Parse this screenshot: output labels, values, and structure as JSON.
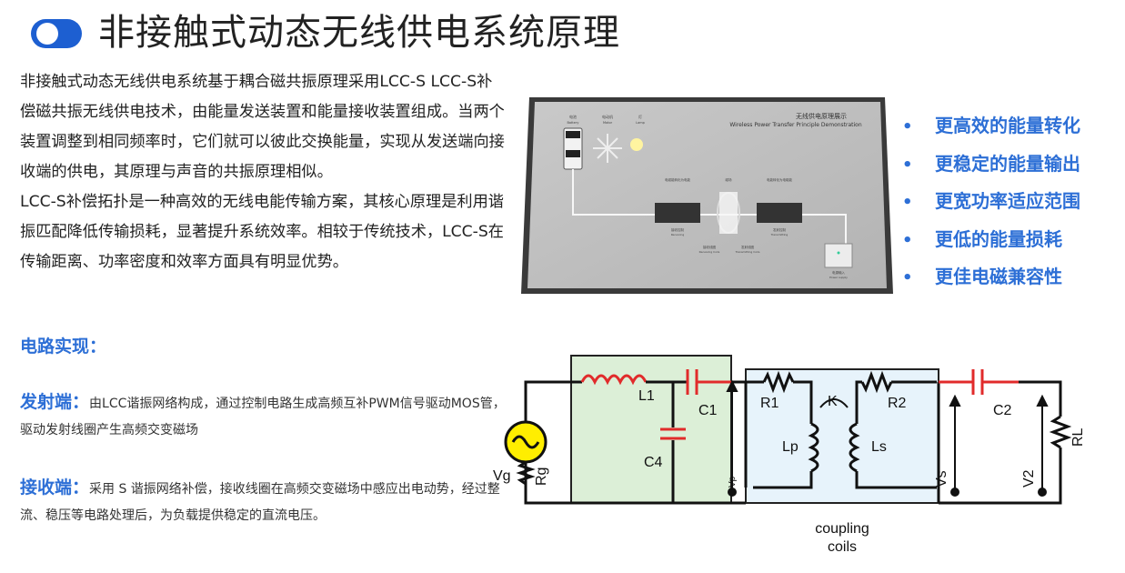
{
  "title": "非接触式动态无线供电系统原理",
  "intro": {
    "p1": "非接触式动态无线供电系统基于耦合磁共振原理采用LCC-S LCC-S补偿磁共振无线供电技术，由能量发送装置和能量接收装置组成。当两个装置调整到相同频率时，它们就可以彼此交换能量，实现从发送端向接收端的供电，其原理与声音的共振原理相似。",
    "p2": "LCC-S补偿拓扑是一种高效的无线电能传输方案，其核心原理是利用谐振匹配降低传输损耗，显著提升系统效率。相较于传统技术，LCC-S在传输距离、功率密度和效率方面具有明显优势。"
  },
  "circuit_heading": "电路实现：",
  "transmitter": {
    "label": "发射端：",
    "text": "由LCC谐振网络构成，通过控制电路生成高频互补PWM信号驱动MOS管，驱动发射线圈产生高频交变磁场"
  },
  "receiver": {
    "label": "接收端：",
    "text": "采用 S 谐振网络补偿，接收线圈在高频交变磁场中感应出电动势，经过整流、稳压等电路处理后，为负载提供稳定的直流电压。"
  },
  "benefits": [
    "更高效的能量转化",
    "更稳定的能量输出",
    "更宽功率适应范围",
    "更低的能量损耗",
    "更佳电磁兼容性"
  ],
  "bullet_symbol": "•",
  "photo": {
    "title_cn": "无线供电原理展示",
    "title_en": "Wireless Power Transfer Principle Demonstration",
    "labels": {
      "battery": "电池",
      "battery_en": "Battery",
      "motor": "电动机",
      "motor_en": "Motor",
      "lamp": "灯",
      "lamp_en": "Lamp",
      "rx_convert": "电磁能转化为电能",
      "field": "磁场",
      "tx_convert": "电能转化为电磁能",
      "receiving_circuit": "接收控制",
      "receiving_circuit_en": "Receiving",
      "transmit_circuit": "发射控制",
      "transmit_circuit_en": "Transmitting",
      "receiving_coils": "接收线圈",
      "receiving_coils_en": "Receiving Coils",
      "transmitting_coils": "发射线圈",
      "transmitting_coils_en": "Transmitting Coils",
      "power_input": "电源输入",
      "power_input_en": "Power supply"
    }
  },
  "circuit": {
    "L1": "L1",
    "C1": "C1",
    "C4": "C4",
    "Vg": "Vg",
    "Rg": "Rg",
    "R1": "R1",
    "R2": "R2",
    "K": "K",
    "Lp": "Lp",
    "Ls": "Ls",
    "Vp": "Vp",
    "Vs": "Vs",
    "V2": "V2",
    "C2": "C2",
    "RL": "RL",
    "coupling1": "coupling",
    "coupling2": "coils"
  },
  "colors": {
    "accent": "#2d6fd6",
    "toggle": "#1d5fd1",
    "tx_box": "#dcefd7",
    "rx_box": "#e7f3fb",
    "red": "#e12b2b",
    "source": "#ffee00"
  }
}
